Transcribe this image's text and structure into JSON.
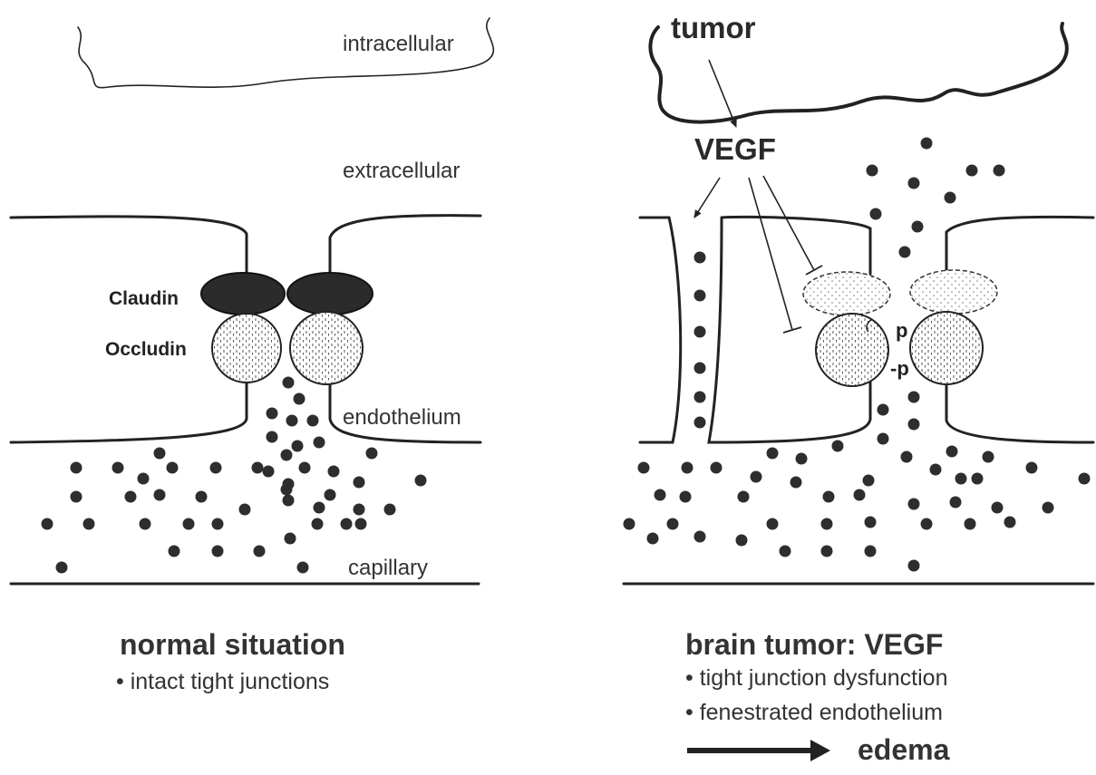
{
  "left_panel": {
    "labels": {
      "intracellular": "intracellular",
      "extracellular": "extracellular",
      "claudin": "Claudin",
      "occludin": "Occludin",
      "endothelium": "endothelium",
      "capillary": "capillary"
    },
    "caption": {
      "heading": "normal situation",
      "bullets": [
        "• intact tight junctions"
      ]
    }
  },
  "right_panel": {
    "labels": {
      "tumor": "tumor",
      "vegf": "VEGF",
      "phospho_top": "p",
      "phospho_bottom": "-p"
    },
    "caption": {
      "heading": "brain tumor: VEGF",
      "bullets": [
        "• tight junction dysfunction",
        "• fenestrated endothelium"
      ],
      "result": "edema"
    }
  },
  "colors": {
    "ink": "#222222",
    "claudin_fill": "#2b2b2b",
    "dot_fill": "#2e2e2e"
  }
}
